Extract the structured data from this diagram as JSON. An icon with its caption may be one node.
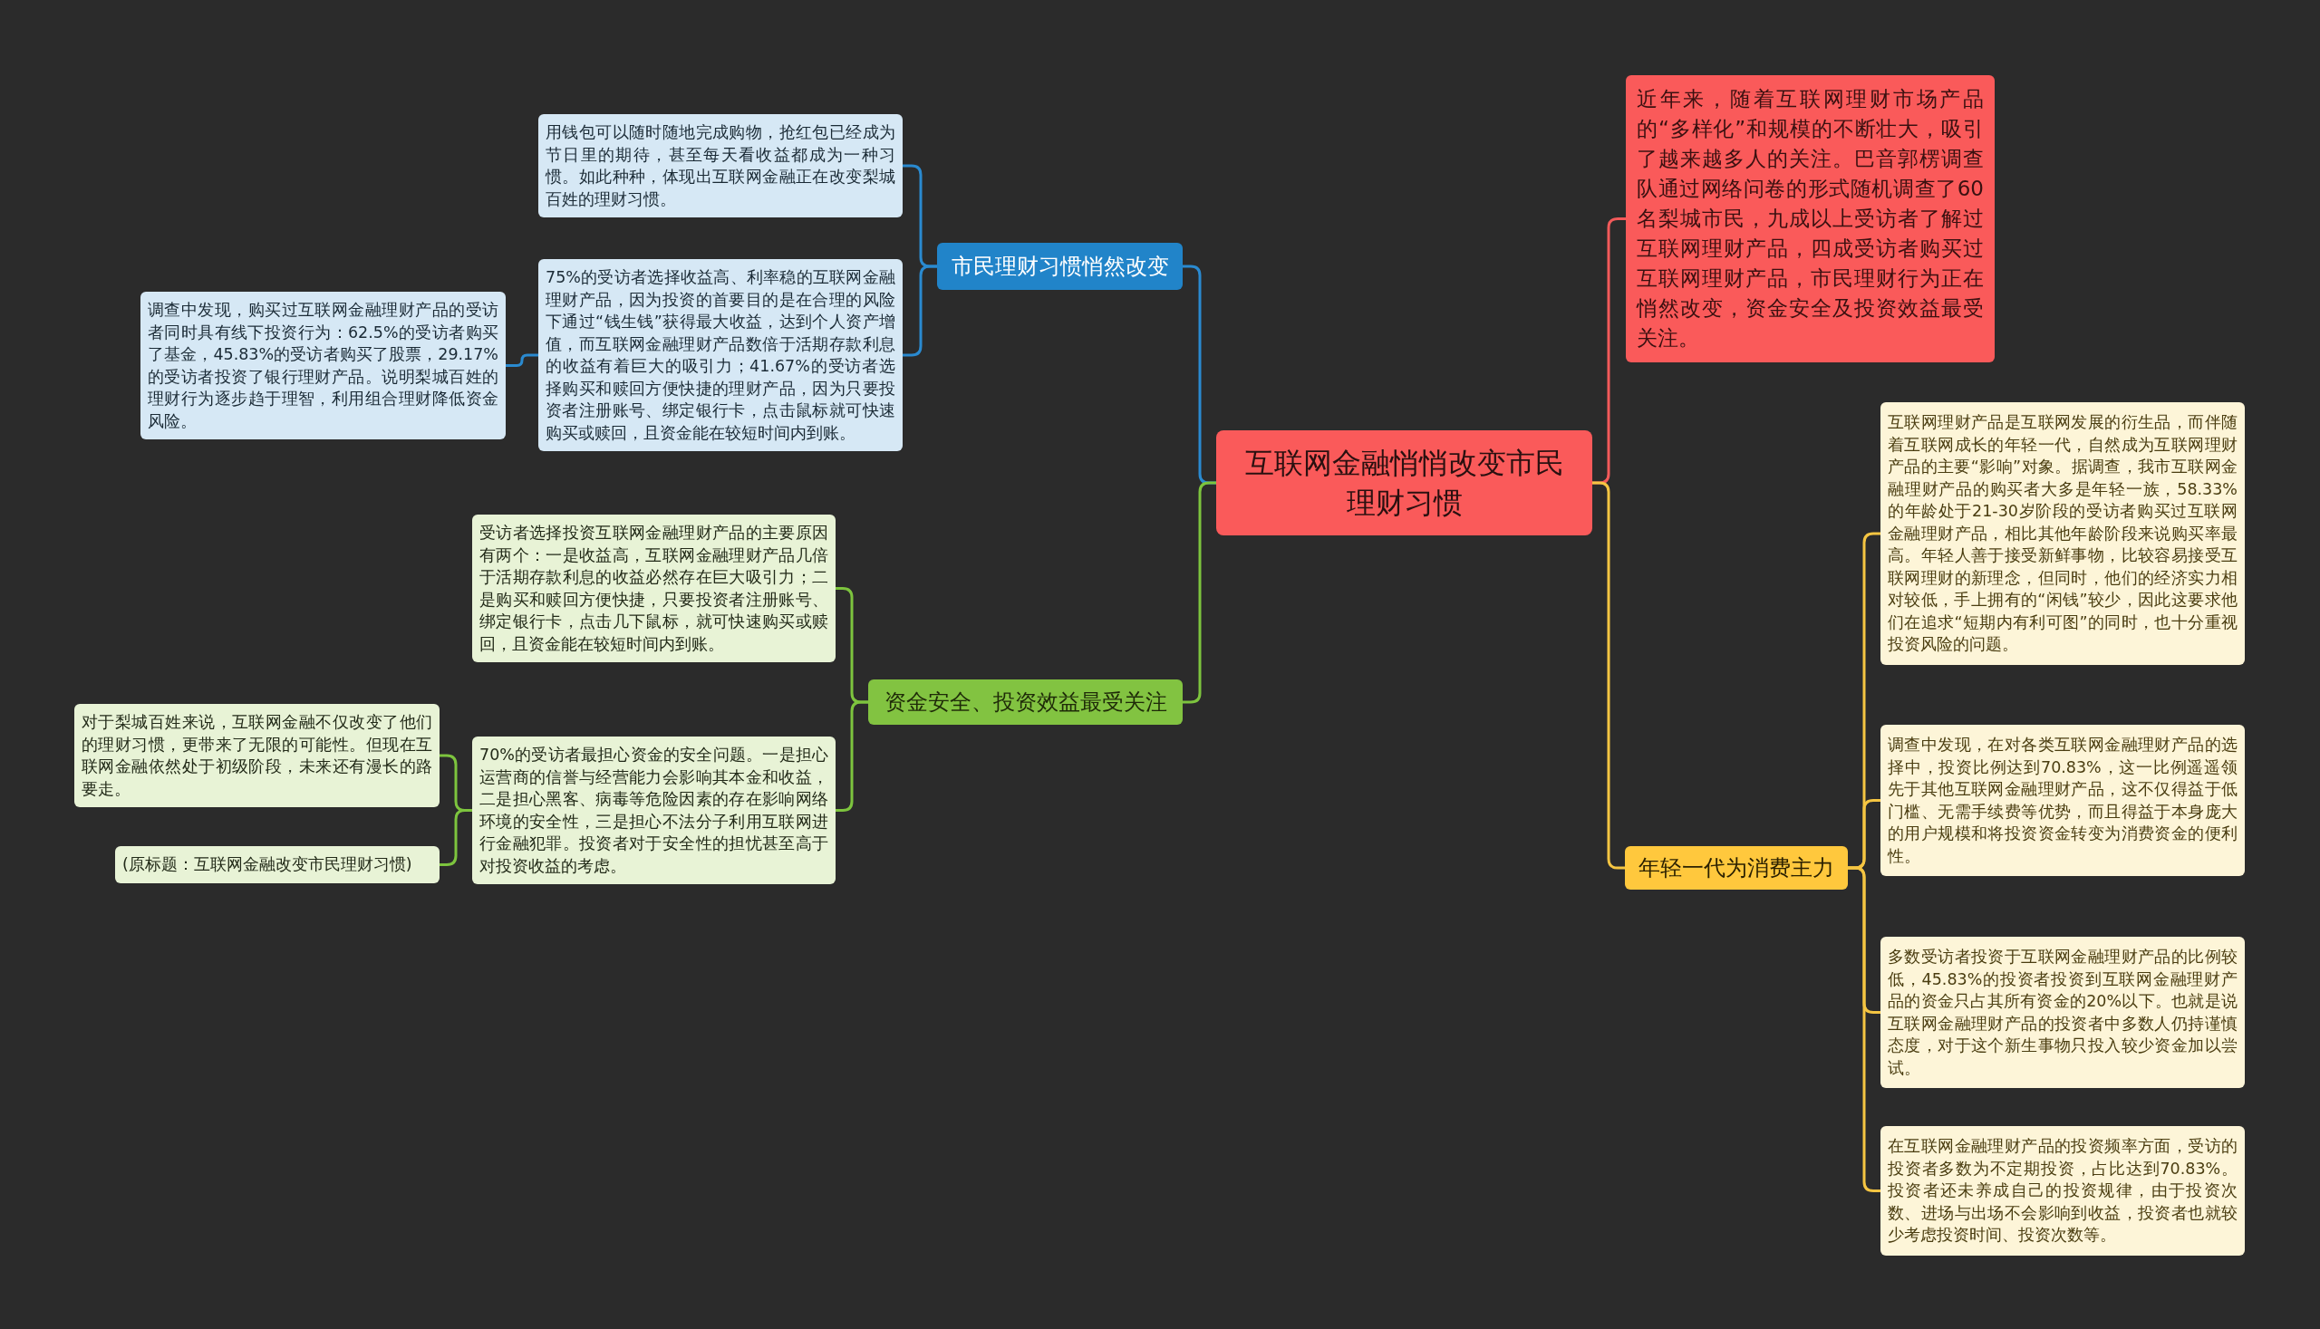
{
  "diagram": {
    "nodes": [
      {
        "text": [
          "互联网金融悄悄改变市民理财习惯"
        ]
      },
      {
        "text": [
          "近年来，随着互联网理财市场产品的“多样化”和规模的不断壮大，吸引了越来越多人的关注。巴音郭楞调查队通过网络问卷的形式随机调查了60名梨城市民，九成以上受访者了解过互联网理财产品，四成受访者购买过互联网理财产品，市民理财行为正在悄然改变，资金安全及投资效益最受关注。"
        ]
      },
      {
        "text": [
          "年轻一代为消费主力"
        ]
      },
      {
        "text": [
          "互联网理财产品是互联网发展的衍生品，而伴随着互联网成长的年轻一代，自然成为互联网理财产品的主要“影响”对象。据调查，我市互联网金融理财产品的购买者大多是年轻一族，58.33%的年龄处于21-30岁阶段的受访者购买过互联网金融理财产品，相比其他年龄阶段来说购买率最高。年轻人善于接受新鲜事物，比较容易接受互联网理财的新理念，但同时，他们的经济实力相对较低，手上拥有的“闲钱”较少，因此这要求他们在追求“短期内有利可图”的同时，也十分重视投资风险的问题。"
        ]
      },
      {
        "text": [
          "调查中发现，在对各类互联网金融理财产品的选择中，投资比例达到70.83%，这一比例遥遥领先于其他互联网金融理财产品，这不仅得益于低门槛、无需手续费等优势，而且得益于本身庞大的用户规模和将投资资金转变为消费资金的便利性。"
        ]
      },
      {
        "text": [
          "多数受访者投资于互联网金融理财产品的比例较低，45.83%的投资者投资到互联网金融理财产品的资金只占其所有资金的20%以下。也就是说互联网金融理财产品的投资者中多数人仍持谨慎态度，对于这个新生事物只投入较少资金加以尝试。"
        ]
      },
      {
        "text": [
          "在互联网金融理财产品的投资频率方面，受访的投资者多数为不定期投资，占比达到70.83%。投资者还未养成自己的投资规律，由于投资次数、进场与出场不会影响到收益，投资者也就较少考虑投资时间、投资次数等。"
        ]
      },
      {
        "text": [
          "市民理财习惯悄然改变"
        ]
      },
      {
        "text": [
          "用钱包可以随时随地完成购物，抢红包已经成为节日里的期待，甚至每天看收益都成为一种习惯。如此种种，体现出互联网金融正在改变梨城百姓的理财习惯。"
        ]
      },
      {
        "text": [
          "75%的受访者选择收益高、利率稳的互联网金融理财产品，因为投资的首要目的是在合理的风险下通过“钱生钱”获得最大收益，达到个人资产增值，而互联网金融理财产品数倍于活期存款利息的收益有着巨大的吸引力；41.67%的受访者选择购买和赎回方便快捷的理财产品，因为只要投资者注册账号、绑定银行卡，点击鼠标就可快速购买或赎回，且资金能在较短时间内到账。"
        ]
      },
      {
        "text": [
          "调查中发现，购买过互联网金融理财产品的受访者同时具有线下投资行为：62.5%的受访者购买了基金，45.83%的受访者购买了股票，29.17%的受访者投资了银行理财产品。说明梨城百姓的理财行为逐步趋于理智，利用组合理财降低资金风险。"
        ]
      },
      {
        "text": [
          "资金安全、投资效益最受关注"
        ]
      },
      {
        "text": [
          "受访者选择投资互联网金融理财产品的主要原因有两个：一是收益高，互联网金融理财产品几倍于活期存款利息的收益必然存在巨大吸引力；二是购买和赎回方便快捷，只要投资者注册账号、绑定银行卡，点击几下鼠标，就可快速购买或赎回，且资金能在较短时间内到账。"
        ]
      },
      {
        "text": [
          "70%的受访者最担心资金的安全问题。一是担心运营商的信誉与经营能力会影响其本金和收益，二是担心黑客、病毒等危险因素的存在影响网络环境的安全性，三是担心不法分子利用互联网进行金融犯罪。投资者对于安全性的担忧甚至高于对投资收益的考虑。"
        ]
      },
      {
        "text": [
          "对于梨城百姓来说，互联网金融不仅改变了他们的理财习惯，更带来了无限的可能性。但现在互联网金融依然处于初级阶段，未来还有漫长的路要走。"
        ]
      },
      {
        "text": [
          "(原标题：互联网金融改变市民理财习惯)"
        ]
      }
    ],
    "edges": [
      {
        "from": 0,
        "to": 1,
        "arrow": "none",
        "color": "#f25a5a"
      },
      {
        "from": 0,
        "to": 2,
        "arrow": "none",
        "color": "#f5c542"
      },
      {
        "from": 2,
        "to": 3,
        "arrow": "none",
        "color": "#f5c542"
      },
      {
        "from": 2,
        "to": 4,
        "arrow": "none",
        "color": "#f5c542"
      },
      {
        "from": 2,
        "to": 5,
        "arrow": "none",
        "color": "#f5c542"
      },
      {
        "from": 2,
        "to": 6,
        "arrow": "none",
        "color": "#f5c542"
      },
      {
        "from": 0,
        "to": 7,
        "arrow": "none",
        "color": "#2a8ad0"
      },
      {
        "from": 7,
        "to": 8,
        "arrow": "none",
        "color": "#2a8ad0"
      },
      {
        "from": 7,
        "to": 9,
        "arrow": "none",
        "color": "#2a8ad0"
      },
      {
        "from": 9,
        "to": 10,
        "arrow": "none",
        "color": "#2a8ad0"
      },
      {
        "from": 0,
        "to": 11,
        "arrow": "none",
        "color": "#7dc43e"
      },
      {
        "from": 11,
        "to": 12,
        "arrow": "none",
        "color": "#7dc43e"
      },
      {
        "from": 11,
        "to": 13,
        "arrow": "none",
        "color": "#7dc43e"
      },
      {
        "from": 13,
        "to": 14,
        "arrow": "none",
        "color": "#7dc43e"
      },
      {
        "from": 13,
        "to": 15,
        "arrow": "none",
        "color": "#7dc43e"
      }
    ]
  }
}
